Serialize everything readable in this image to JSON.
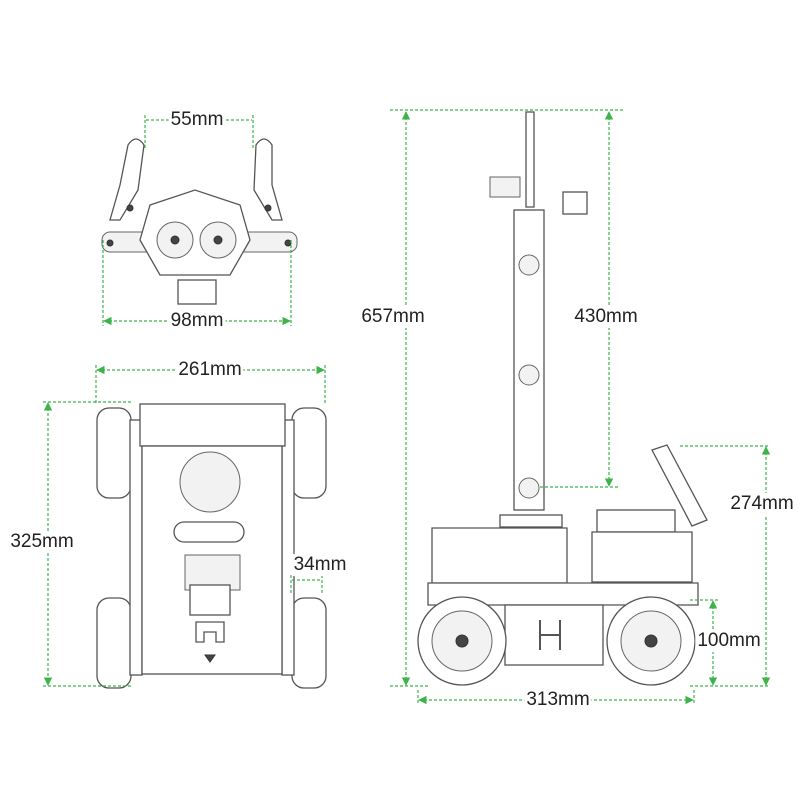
{
  "dimensions": {
    "gripper_opening": "55mm",
    "gripper_width": "98mm",
    "chassis_width": "261mm",
    "chassis_length": "325mm",
    "wheel_width": "34mm",
    "total_height": "657mm",
    "arm_height": "430mm",
    "screen_height": "274mm",
    "wheel_diameter": "100mm",
    "side_length": "313mm"
  },
  "colors": {
    "dimension_line": "#3cb44a",
    "drawing_line": "#555555"
  }
}
